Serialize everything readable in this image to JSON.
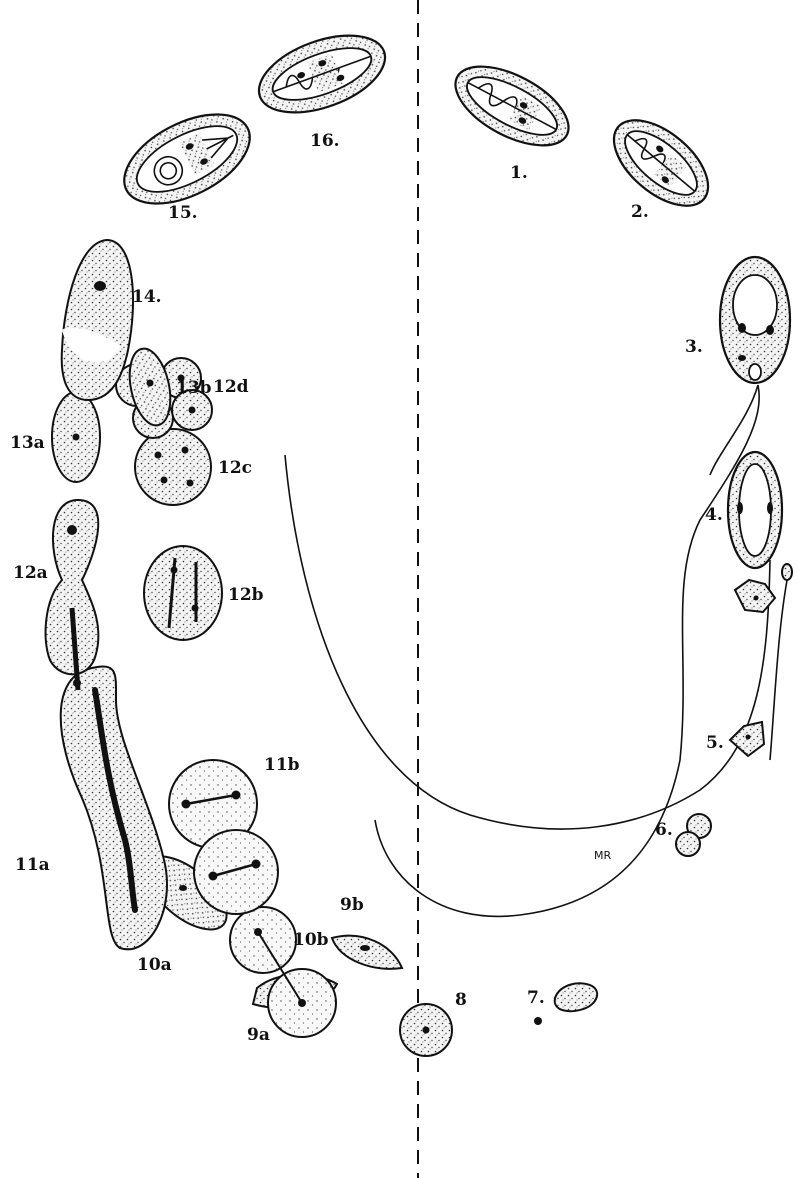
{
  "figure": {
    "signature": "MR",
    "stage_labels": [
      "1.",
      "2.",
      "3.",
      "4.",
      "5.",
      "6.",
      "7.",
      "8",
      "9a",
      "9b",
      "10a",
      "10b",
      "11a",
      "11b",
      "12a",
      "12b",
      "12c",
      "12d",
      "13a",
      "13b",
      "14.",
      "15.",
      "16."
    ]
  }
}
